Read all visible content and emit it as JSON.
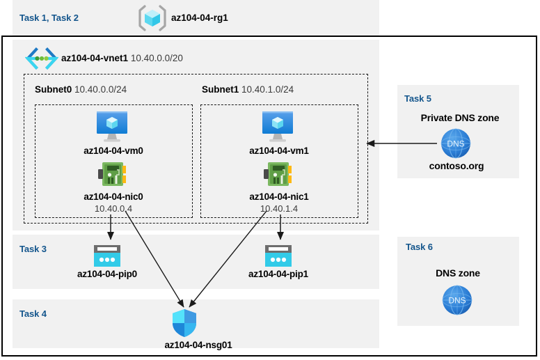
{
  "diagram": {
    "title": "Azure AZ-104-04 lab architecture",
    "colors": {
      "panel_bg": "#f1f1f1",
      "task_label": "#13558c",
      "frame": "#000000",
      "azure_blue": "#0078d4",
      "cyan": "#32d3ee",
      "nic_green": "#6fad45",
      "dns_blue": "#2a7cd4"
    }
  },
  "resource_group": {
    "task_label": "Task 1, Task 2",
    "icon": "resource-group-icon",
    "name": "az104-04-rg1"
  },
  "vnet": {
    "icon": "virtual-network-icon",
    "name": "az104-04-vnet1",
    "cidr": "10.40.0.0/20"
  },
  "subnets": [
    {
      "name": "Subnet0",
      "cidr": "10.40.0.0/24",
      "vm": {
        "icon": "virtual-machine-icon",
        "name": "az104-04-vm0"
      },
      "nic": {
        "icon": "network-interface-icon",
        "name": "az104-04-nic0",
        "ip": "10.40.0.4"
      }
    },
    {
      "name": "Subnet1",
      "cidr": "10.40.1.0/24",
      "vm": {
        "icon": "virtual-machine-icon",
        "name": "az104-04-vm1"
      },
      "nic": {
        "icon": "network-interface-icon",
        "name": "az104-04-nic1",
        "ip": "10.40.1.4"
      }
    }
  ],
  "task3": {
    "task_label": "Task 3",
    "public_ip_0": {
      "icon": "public-ip-address-icon",
      "name": "az104-04-pip0"
    },
    "public_ip_1": {
      "icon": "public-ip-address-icon",
      "name": "az104-04-pip1"
    }
  },
  "task4": {
    "task_label": "Task 4",
    "nsg": {
      "icon": "network-security-group-icon",
      "name": "az104-04-nsg01"
    }
  },
  "task5": {
    "task_label": "Task 5",
    "heading": "Private DNS zone",
    "icon": "dns-zone-icon",
    "icon_text": "DNS",
    "name": "contoso.org"
  },
  "task6": {
    "task_label": "Task 6",
    "heading": "DNS zone",
    "icon": "dns-zone-icon",
    "icon_text": "DNS"
  }
}
